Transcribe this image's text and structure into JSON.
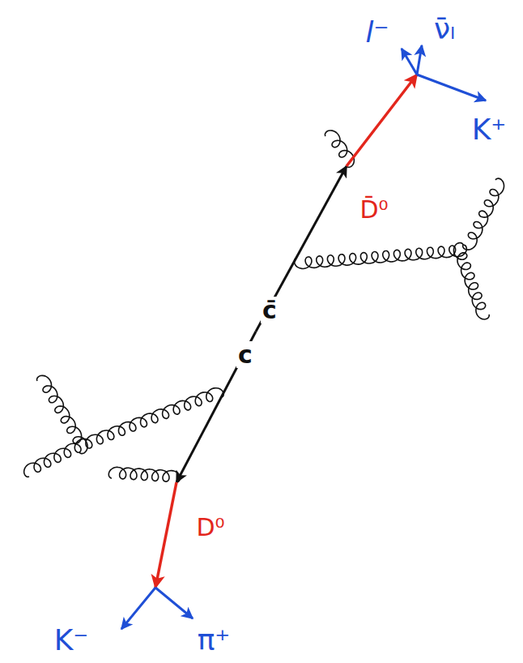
{
  "diagram": {
    "labels": [
      "l⁻",
      "ν̄ₗ",
      "K⁺",
      "D̄⁰",
      "c̄",
      "c",
      "D⁰",
      "K⁻",
      "π⁺"
    ]
  }
}
